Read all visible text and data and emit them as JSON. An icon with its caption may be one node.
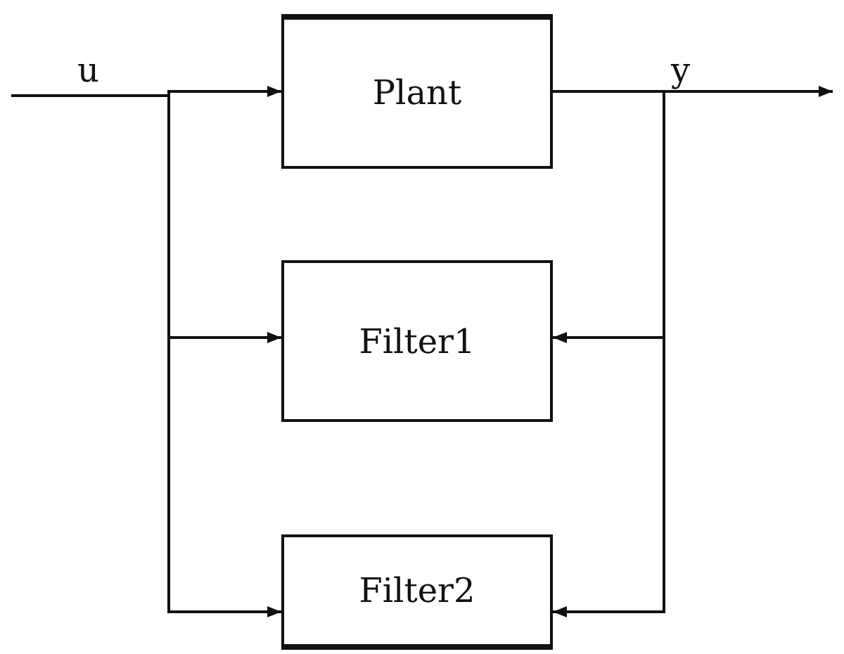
{
  "diagram": {
    "nodes": [
      {
        "text": [
          "Plant"
        ]
      },
      {
        "text": [
          "Filter1"
        ]
      },
      {
        "text": [
          "Filter2"
        ]
      }
    ],
    "edges": [
      {
        "from": null,
        "to": 0,
        "arrow": "to",
        "label": "u"
      },
      {
        "from": null,
        "to": 1,
        "arrow": "to"
      },
      {
        "from": null,
        "to": 2,
        "arrow": "to"
      },
      {
        "from": 0,
        "to": null,
        "arrow": "to",
        "label": "y"
      },
      {
        "from": 0,
        "to": 1,
        "arrow": "to"
      },
      {
        "from": 0,
        "to": 2,
        "arrow": "to"
      }
    ]
  }
}
